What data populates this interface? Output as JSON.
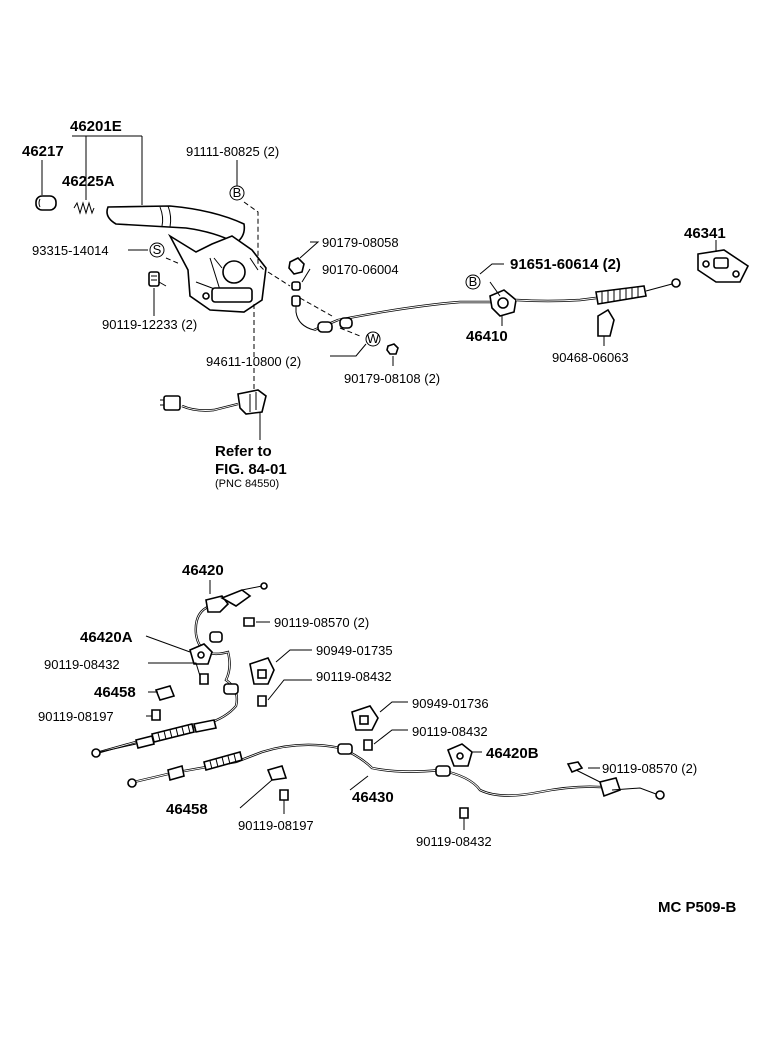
{
  "diagram": {
    "labels": {
      "p46201E": "46201E",
      "p46217": "46217",
      "p46225A": "46225A",
      "p9111180825": "91111-80825 (2)",
      "p9331514014": "93315-14014",
      "p9011912233": "90119-12233 (2)",
      "p9017908058": "90179-08058",
      "p9017006004": "90170-06004",
      "p9165160614": "91651-60614 (2)",
      "p46341": "46341",
      "p46410": "46410",
      "p9046806063": "90468-06063",
      "p9461110800": "94611-10800 (2)",
      "p9017908108": "90179-08108 (2)",
      "p46420": "46420",
      "p9011908570a": "90119-08570 (2)",
      "p46420A": "46420A",
      "p9094901735": "90949-01735",
      "p9011908432a": "90119-08432",
      "p9011908432b": "90119-08432",
      "p46458a": "46458",
      "p9011908197a": "90119-08197",
      "p9094901736": "90949-01736",
      "p9011908432c": "90119-08432",
      "p46420B": "46420B",
      "p9011908570b": "90119-08570 (2)",
      "p46458b": "46458",
      "p9011908197b": "90119-08197",
      "p46430": "46430",
      "p9011908432d": "90119-08432"
    },
    "markers": {
      "b1": "B",
      "s": "S",
      "b2": "B",
      "w": "W"
    },
    "reference": {
      "line1": "Refer  to",
      "line2": "FIG. 84-01",
      "line3": "(PNC  84550)"
    },
    "footer": "MC  P509-B"
  }
}
